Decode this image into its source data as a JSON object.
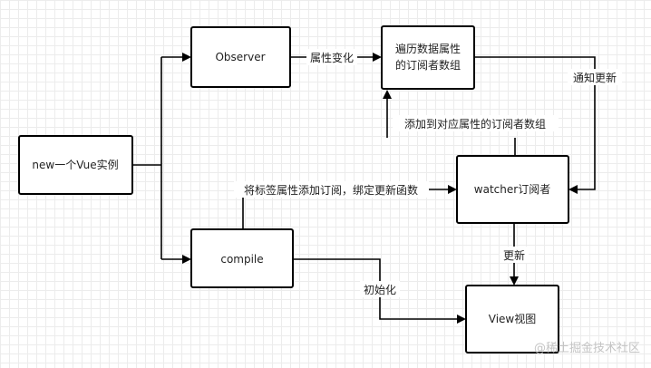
{
  "nodes": {
    "new_vue": "new一个Vue实例",
    "observer": "Observer",
    "dep_list_line1": "遍历数据属性",
    "dep_list_line2": "的订阅者数组",
    "compile": "compile",
    "watcher": "watcher订阅者",
    "view": "View视图"
  },
  "edges": {
    "property_change": "属性变化",
    "notify_update": "通知更新",
    "add_to_dep": "添加到对应属性的订阅者数组",
    "bind_update": "将标签属性添加订阅，绑定更新函数",
    "update": "更新",
    "init": "初始化"
  },
  "watermark": "@稀土掘金技术社区"
}
